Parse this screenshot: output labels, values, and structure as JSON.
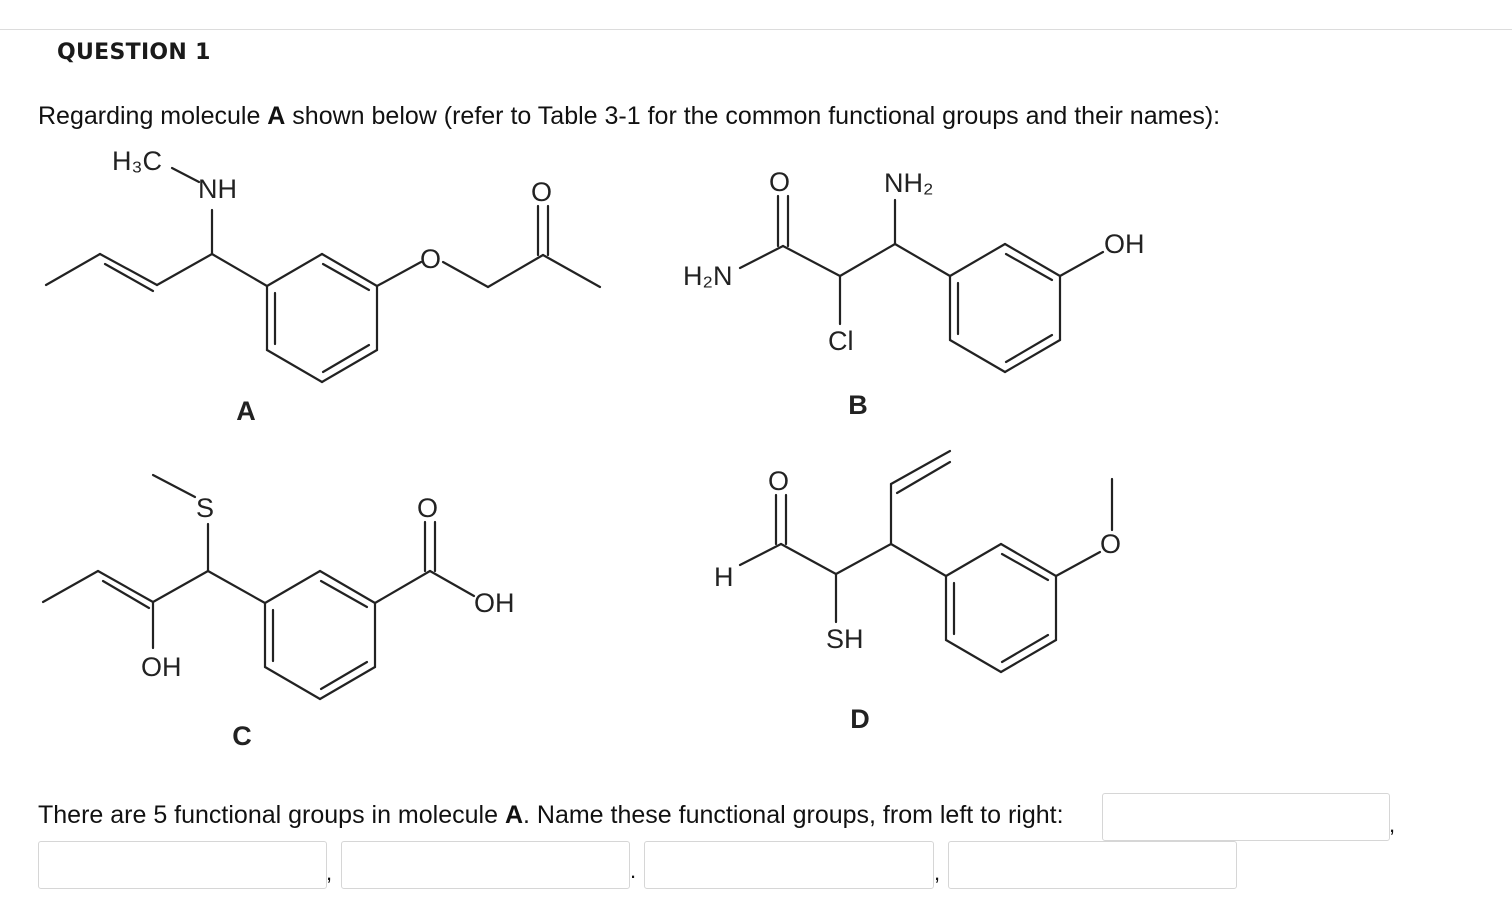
{
  "question": {
    "title": "QUESTION 1",
    "prompt_pre": "Regarding molecule ",
    "prompt_bold": "A",
    "prompt_post": " shown below (refer to Table 3-1 for the common functional groups and their names):"
  },
  "molecules": {
    "A": {
      "label": "A",
      "atoms": {
        "h3c": "H₃C",
        "nh": "NH",
        "o_ether": "O",
        "o_carbonyl": "O"
      }
    },
    "B": {
      "label": "B",
      "atoms": {
        "o_carbonyl": "O",
        "nh2_top": "NH₂",
        "h2n": "H₂N",
        "cl": "Cl",
        "oh": "OH"
      }
    },
    "C": {
      "label": "C",
      "atoms": {
        "s": "S",
        "o_carbonyl": "O",
        "oh_acid": "OH",
        "oh_bottom": "OH"
      }
    },
    "D": {
      "label": "D",
      "atoms": {
        "o_carbonyl": "O",
        "h": "H",
        "sh": "SH",
        "o_ether": "O"
      }
    }
  },
  "answer": {
    "sentence_pre": "There are 5 functional groups in molecule ",
    "sentence_bold": "A",
    "sentence_post": ".  Name these functional groups, from left to right:",
    "fields": [
      {
        "value": ""
      },
      {
        "value": ""
      },
      {
        "value": ""
      },
      {
        "value": ""
      },
      {
        "value": ""
      }
    ],
    "separators": [
      ",",
      ",",
      ".",
      ","
    ]
  }
}
